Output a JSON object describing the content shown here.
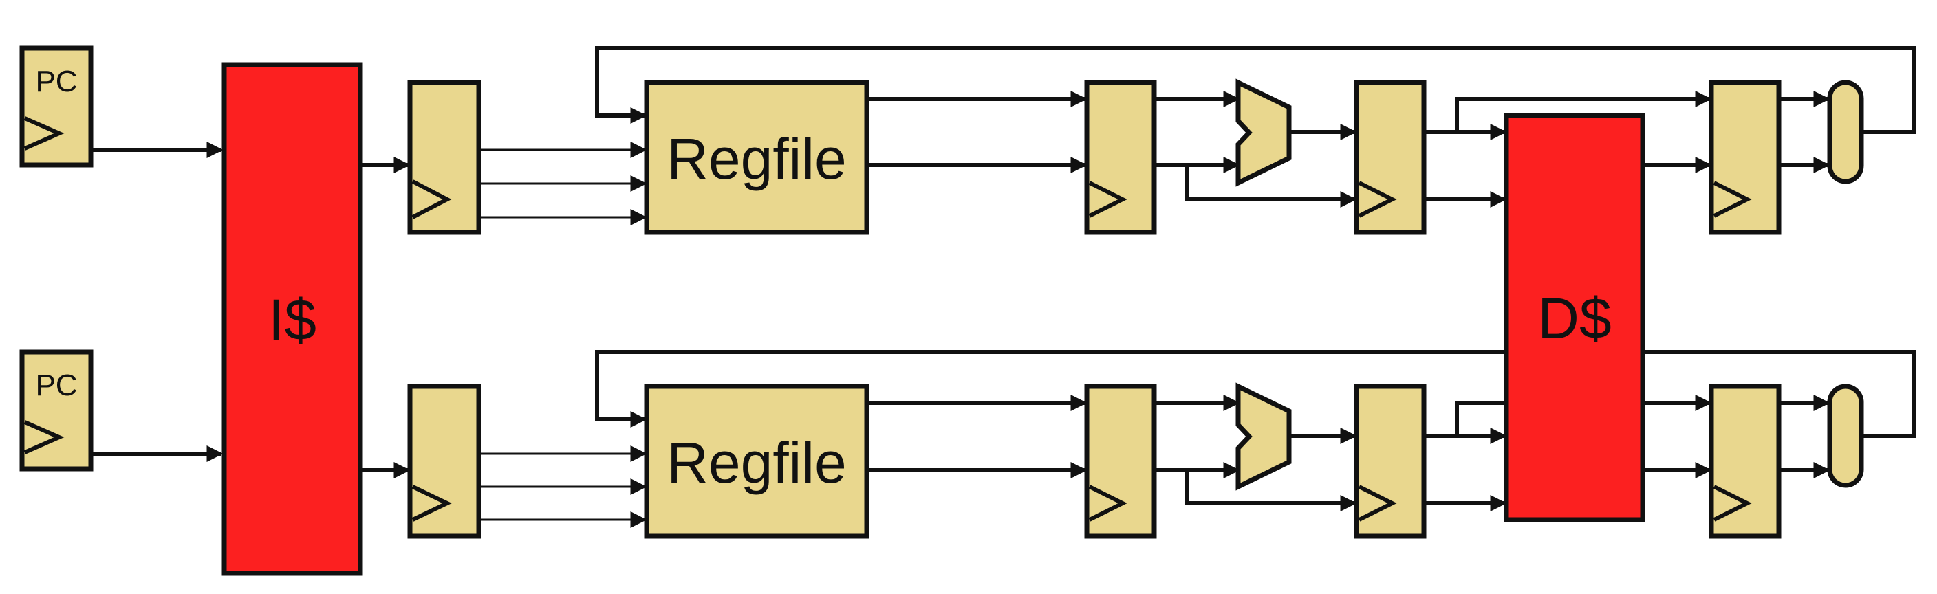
{
  "colors": {
    "latch_fill": "#e9d78e",
    "cache_fill": "#fc2020",
    "stroke": "#111111",
    "background": "#ffffff"
  },
  "labels": {
    "pc_top": "PC",
    "pc_bottom": "PC",
    "icache": "I$",
    "dcache": "D$",
    "regfile_top": "Regfile",
    "regfile_bottom": "Regfile"
  }
}
